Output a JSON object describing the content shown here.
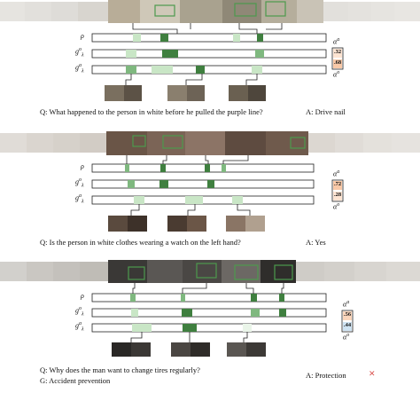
{
  "rows": {
    "rho": "ρ",
    "g_o": "g",
    "g_o_sup": "o",
    "g_o_sub": "λ",
    "g_a": "g",
    "g_a_sup": "a",
    "g_a_sub": "λ"
  },
  "weights_top_label": "α",
  "weights_top_sup": "a",
  "weights_bottom_label": "α",
  "weights_bottom_sup": "o",
  "panels": [
    {
      "question": "Q:  What happened to the person in white before he pulled the purple line?",
      "answer": "A:   Drive nail",
      "weights": [
        ".32",
        ".68"
      ]
    },
    {
      "question": "Q:  Is the person in white clothes wearing a watch on the left hand?",
      "answer": "A:   Yes",
      "weights": [
        ".72",
        ".28"
      ]
    },
    {
      "question": "Q:  Why does the man want to change tires regularly?",
      "ground_truth": "G:  Accident prevention",
      "answer": "A:   Protection",
      "wrong_mark": "✕",
      "weights": [
        ".56",
        ".44"
      ]
    }
  ],
  "colors": {
    "dark_green": "#3f7f3f",
    "mid_green": "#7fb87f",
    "light_green": "#c9e6c6",
    "frame_green": "#4d9a4d",
    "wrong_red": "#d9534f"
  }
}
